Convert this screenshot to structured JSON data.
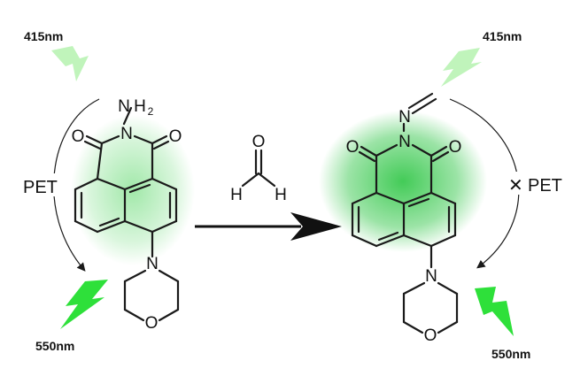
{
  "left": {
    "excitation_label": "415nm",
    "emission_label": "550nm",
    "pet_label": "PET",
    "amine_N": "N",
    "amine_H": "H",
    "amine_sub": "2",
    "imide_N": "N",
    "carbonyl_O1": "O",
    "carbonyl_O2": "O",
    "morpholine_N": "N",
    "morpholine_O": "O"
  },
  "reagent": {
    "O": "O",
    "H1": "H",
    "H2": "H"
  },
  "right": {
    "excitation_label": "415nm",
    "emission_label": "550nm",
    "pet_label": "PET",
    "blocked_mark": "✕",
    "imine_N": "N",
    "imide_N": "N",
    "carbonyl_O1": "O",
    "carbonyl_O2": "O",
    "morpholine_N": "N",
    "morpholine_O": "O"
  },
  "colors": {
    "glow": "#2ecc40",
    "bolt_light": "#b9f3b4",
    "bolt_strong": "#2ee03a",
    "ink": "#1a1a1a"
  }
}
